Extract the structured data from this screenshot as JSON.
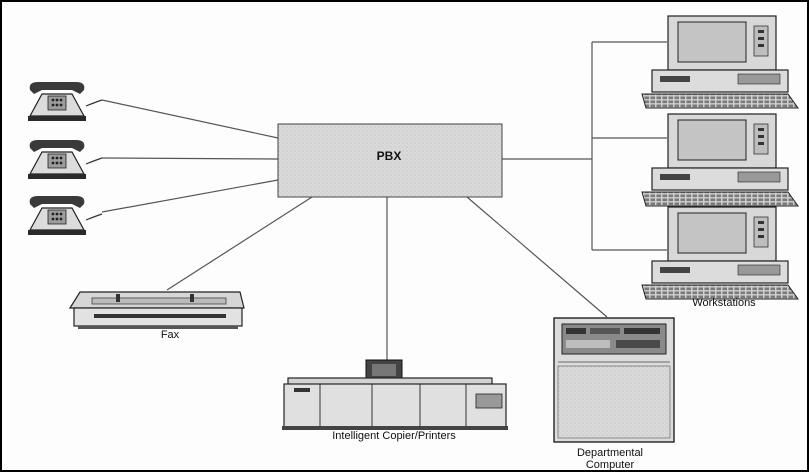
{
  "diagram": {
    "hub": {
      "label": "PBX"
    },
    "fax": {
      "label": "Fax"
    },
    "copier": {
      "label": "Intelligent Copier/Printers"
    },
    "workstations": {
      "label": "Workstations"
    },
    "departmental_computer": {
      "label": "Departmental\nComputer"
    }
  },
  "icons": {
    "telephone": "telephone-icon",
    "workstation": "workstation-icon",
    "fax": "fax-machine-icon",
    "copier": "copier-printer-icon",
    "computer": "departmental-computer-icon"
  },
  "colors": {
    "line": "#555555",
    "box_fill": "#d9d9d9",
    "device_fill": "#e6e6e6",
    "dark": "#222222"
  }
}
